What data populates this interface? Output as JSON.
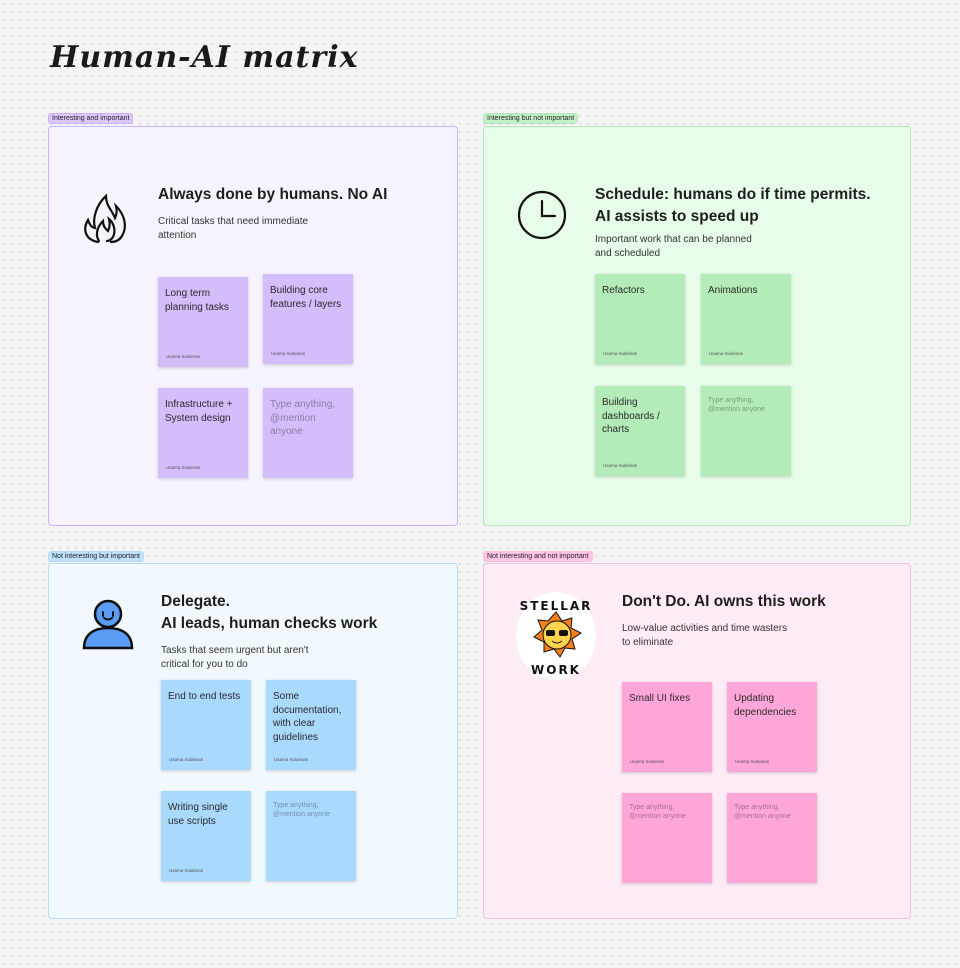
{
  "title": "Human-AI matrix",
  "placeholder": "Type anything, @mention anyone",
  "quadrants": [
    {
      "label": "Interesting and important",
      "title": [
        "Always done by humans. No AI"
      ],
      "subtitle": "Critical tasks that need immediate attention",
      "icon": "fire-icon",
      "colors": {
        "label_bg": "#dcc9ff",
        "border": "#c9b2ff",
        "bg": "#f6f3ff",
        "sticky": "#d3bdfb"
      },
      "stickies": [
        {
          "text": "Long term planning tasks",
          "author": "Usama Sulaiman"
        },
        {
          "text": "Building core features  / layers",
          "author": "Usama Sulaiman"
        },
        {
          "text": "Infrastructure + System design",
          "author": "Usama Sulaiman"
        },
        {
          "text": "",
          "author": ""
        }
      ]
    },
    {
      "label": "Interesting but not important",
      "title": [
        "Schedule: humans do if time permits.",
        "AI assists to speed up"
      ],
      "subtitle": "Important work that can be planned and scheduled",
      "icon": "clock-icon",
      "colors": {
        "label_bg": "#c4f0c8",
        "border": "#b5e6bb",
        "bg": "#e8fcea",
        "sticky": "#b3ecb8"
      },
      "stickies": [
        {
          "text": "Refactors",
          "author": "Usama Sulaiman"
        },
        {
          "text": "Animations",
          "author": "Usama Sulaiman"
        },
        {
          "text": "Building dashboards / charts",
          "author": "Usama Sulaiman"
        },
        {
          "text": "",
          "author": ""
        }
      ]
    },
    {
      "label": "Not interesting but important",
      "title": [
        "Delegate.",
        "AI leads, human checks work"
      ],
      "subtitle": "Tasks that seem urgent but aren't critical for you to do",
      "icon": "person-icon",
      "colors": {
        "label_bg": "#bfe3ff",
        "border": "#b8dcf5",
        "bg": "#f2f9fe",
        "sticky": "#a9d9fd"
      },
      "stickies": [
        {
          "text": "End to end tests",
          "author": "Usama Sulaiman"
        },
        {
          "text": "Some documentation, with clear guidelines",
          "author": "Usama Sulaiman"
        },
        {
          "text": "Writing single use scripts",
          "author": "Usama Sulaiman"
        },
        {
          "text": "",
          "author": ""
        }
      ]
    },
    {
      "label": "Not interesting and not important",
      "title": [
        "Don't Do. AI owns this work"
      ],
      "subtitle": "Low-value activities and time wasters to eliminate",
      "icon": "stellar-work-sticker",
      "sticker_text": "STELLAR WORK",
      "colors": {
        "label_bg": "#ffc4e6",
        "border": "#f7c2df",
        "bg": "#fdebf5",
        "sticky": "#ffa6d9"
      },
      "stickies": [
        {
          "text": "Small UI fixes",
          "author": "Usama Sulaiman"
        },
        {
          "text": "Updating dependencies",
          "author": "Usama Sulaiman"
        },
        {
          "text": "",
          "author": ""
        },
        {
          "text": "",
          "author": ""
        }
      ]
    }
  ]
}
